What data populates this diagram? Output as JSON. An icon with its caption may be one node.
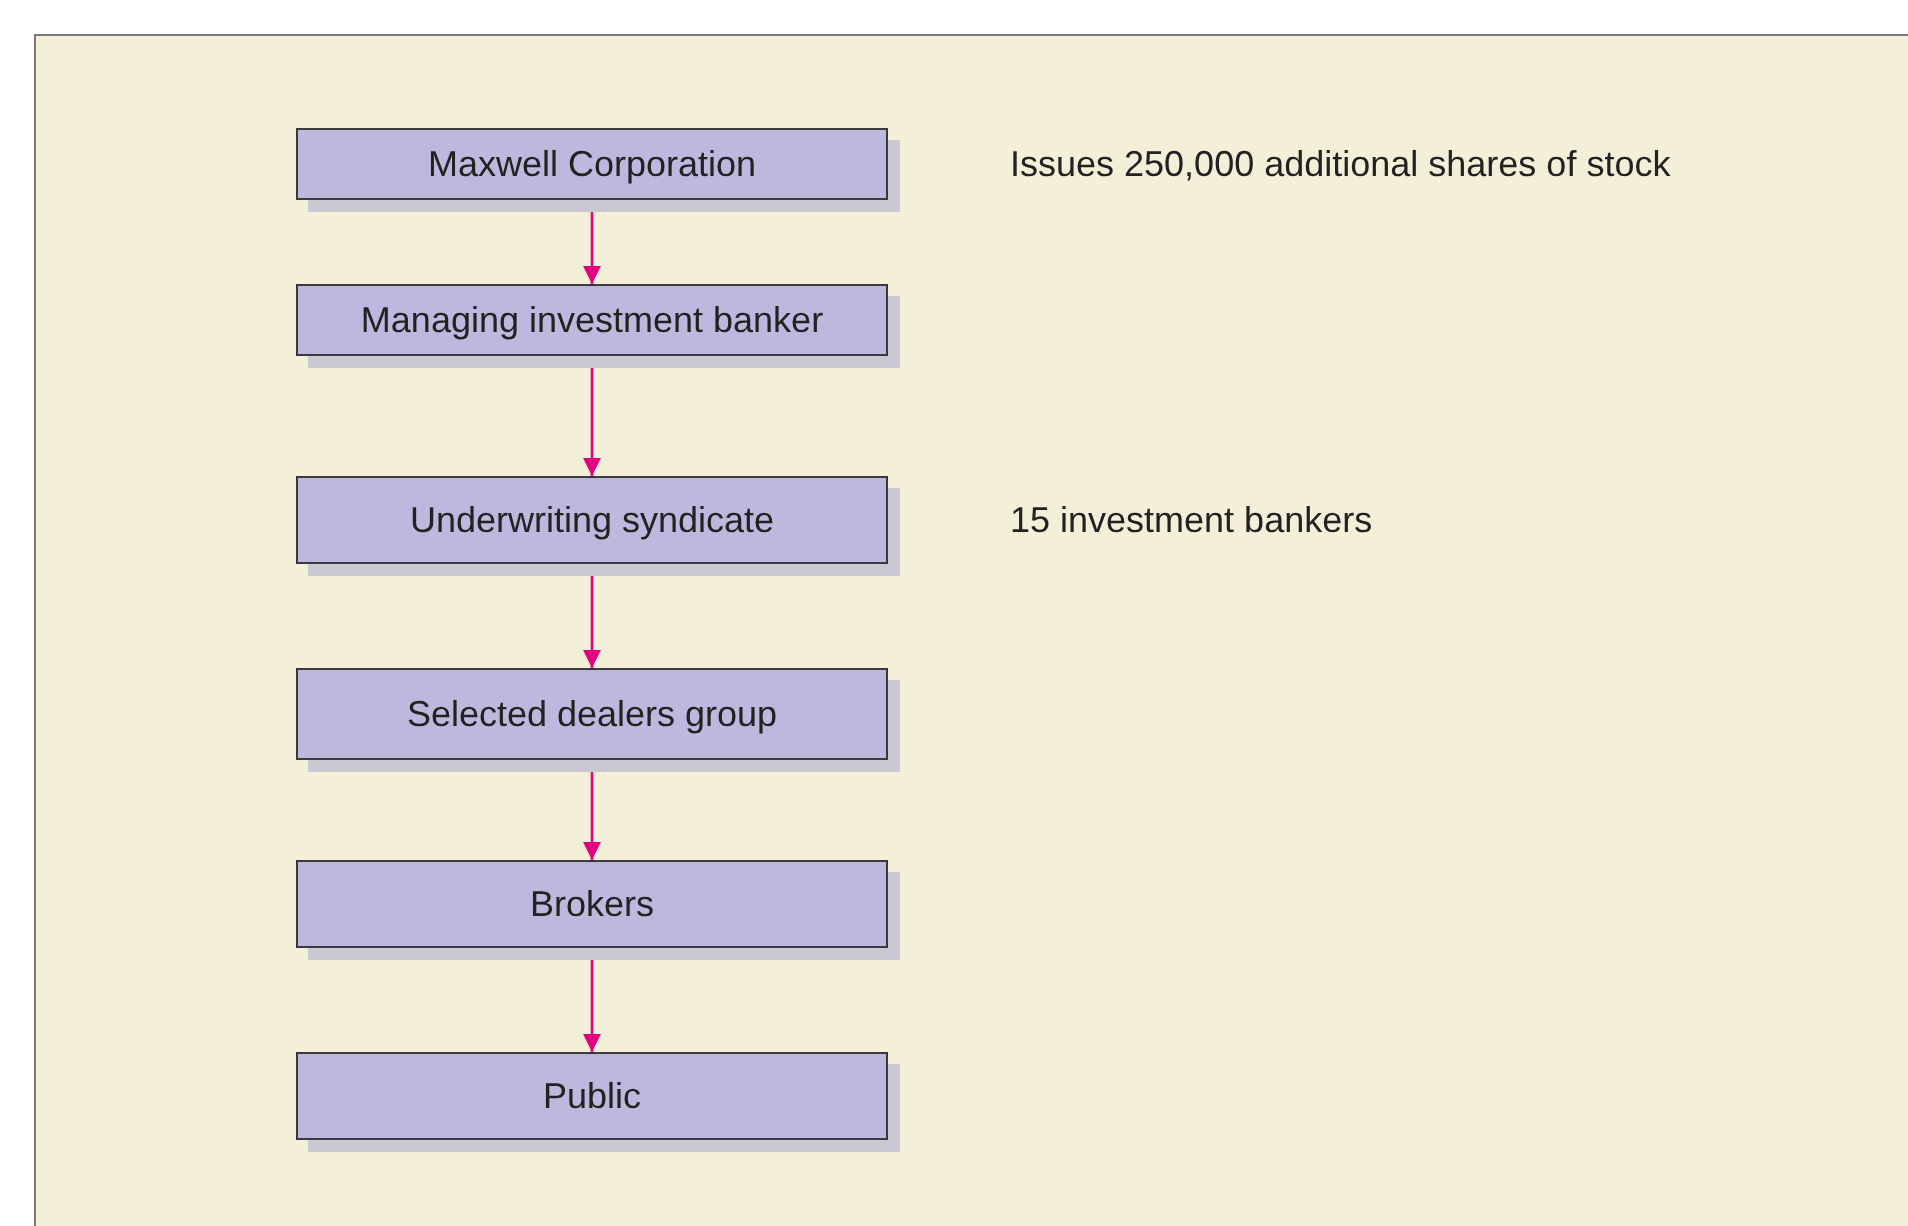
{
  "diagram": {
    "nodes": [
      {
        "text": [
          "Maxwell Corporation"
        ],
        "beside": [
          "Issues 250,000 additional shares of stock"
        ]
      },
      {
        "text": [
          "Managing investment banker"
        ]
      },
      {
        "text": [
          "Underwriting syndicate"
        ],
        "beside": [
          "15 investment bankers"
        ]
      },
      {
        "text": [
          "Selected dealers group"
        ]
      },
      {
        "text": [
          "Brokers"
        ]
      },
      {
        "text": [
          "Public"
        ]
      }
    ],
    "edges": [
      {
        "from": 0,
        "to": 1,
        "arrow": "to"
      },
      {
        "from": 1,
        "to": 2,
        "arrow": "to"
      },
      {
        "from": 2,
        "to": 3,
        "arrow": "to"
      },
      {
        "from": 3,
        "to": 4,
        "arrow": "to"
      },
      {
        "from": 4,
        "to": 5,
        "arrow": "to"
      }
    ]
  }
}
